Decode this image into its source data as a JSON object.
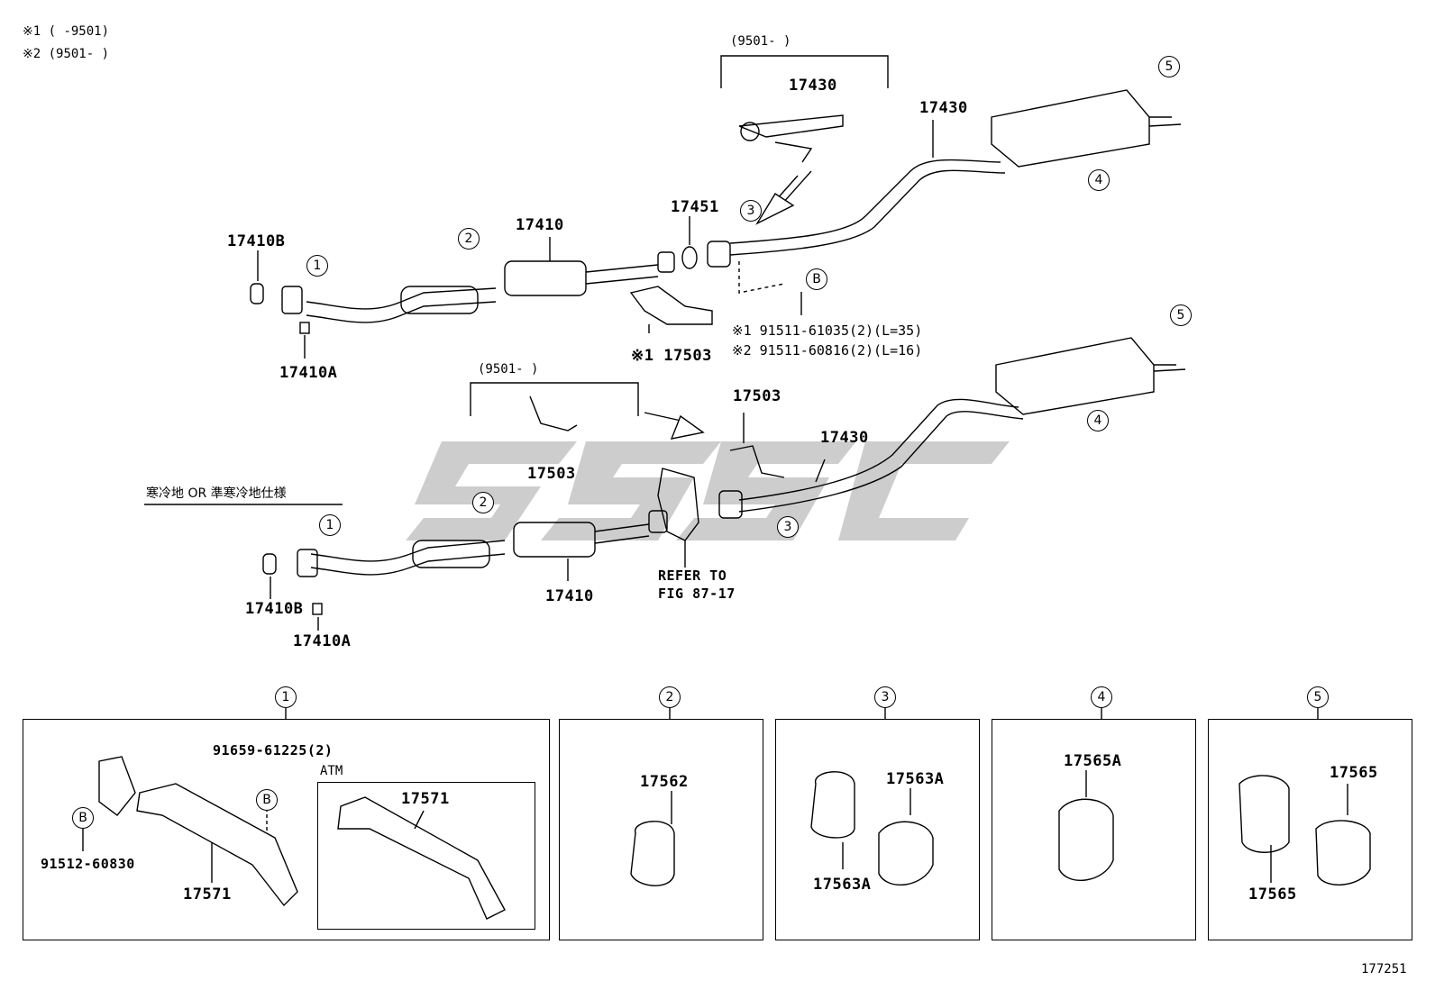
{
  "notes": {
    "n1": "※1 (     -9501)",
    "n2": "※2 (9501-      )"
  },
  "brackets": {
    "upper": "(9501-      )",
    "lower": "(9501-      )"
  },
  "callouts": {
    "c1": "1",
    "c2": "2",
    "c3": "3",
    "c4": "4",
    "c5": "5",
    "b": "B"
  },
  "upper_labels": {
    "p17430_bracket": "17430",
    "p17430": "17430",
    "p17451": "17451",
    "p17410": "17410",
    "p17410B": "17410B",
    "p17410A": "17410A",
    "p17503": "※1 17503",
    "bolt1": "※1 91511-61035(2)(L=35)",
    "bolt2": "※2 91511-60816(2)(L=16)"
  },
  "lower_labels": {
    "cold_spec": "寒冷地 OR 準寒冷地仕様",
    "p17503_bracket": "17503",
    "p17503": "17503",
    "p17430": "17430",
    "p17410": "17410",
    "p17410B": "17410B",
    "p17410A": "17410A",
    "refer1": "REFER TO",
    "refer2": "FIG 87-17"
  },
  "details": {
    "d1": {
      "bolt": "91659-61225(2)",
      "atm": "ATM",
      "p1": "17571",
      "p2": "17571",
      "clamp": "91512-60830"
    },
    "d2": {
      "p": "17562"
    },
    "d3": {
      "p1": "17563A",
      "p2": "17563A"
    },
    "d4": {
      "p": "17565A"
    },
    "d5": {
      "p1": "17565",
      "p2": "17565"
    }
  },
  "figure_id": "177251",
  "watermark": {
    "color": "#c8c8c8"
  }
}
